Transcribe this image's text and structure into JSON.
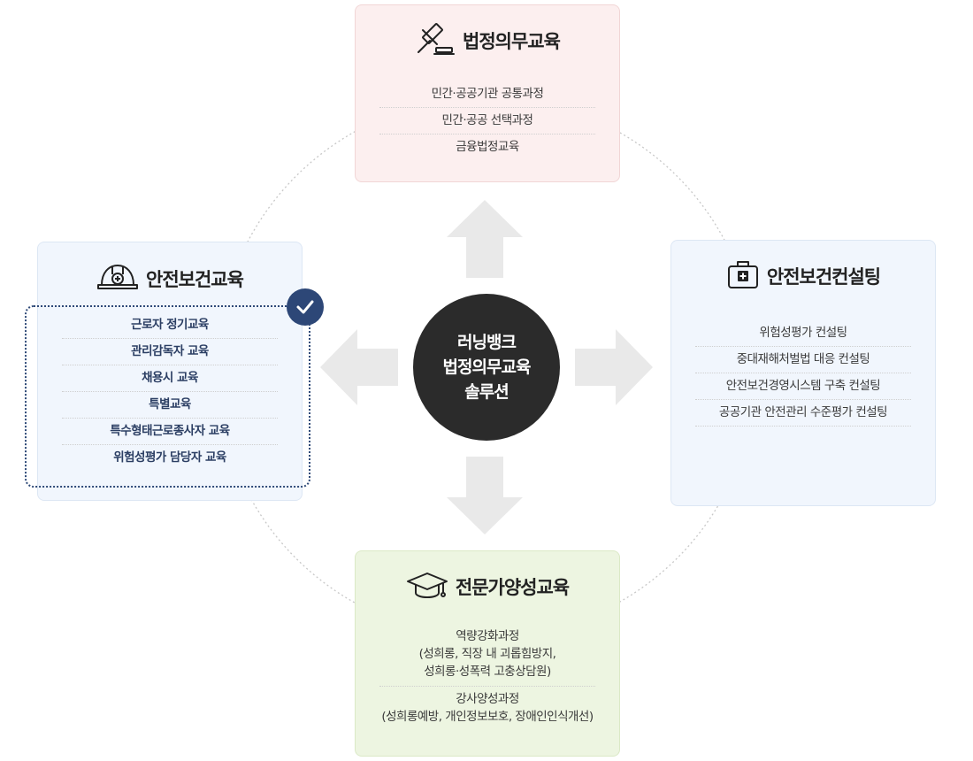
{
  "center": {
    "lines": [
      "러닝뱅크",
      "법정의무교육",
      "솔루션"
    ]
  },
  "cards": {
    "top": {
      "icon": "gavel-icon",
      "title": "법정의무교육",
      "items": [
        "민간·공공기관 공통과정",
        "민간·공공 선택과정",
        "금융법정교육"
      ]
    },
    "left": {
      "icon": "safety-helmet-icon",
      "title": "안전보건교육",
      "selected": true,
      "items": [
        "근로자 정기교육",
        "관리감독자 교육",
        "채용시 교육",
        "특별교육",
        "특수형태근로종사자 교육",
        "위험성평가 담당자 교육"
      ]
    },
    "right": {
      "icon": "first-aid-kit-icon",
      "title": "안전보건컨설팅",
      "items": [
        "위험성평가 컨설팅",
        "중대재해처벌법 대응 컨설팅",
        "안전보건경영시스템 구축 컨설팅",
        "공공기관 안전관리 수준평가 컨설팅"
      ]
    },
    "bottom": {
      "icon": "graduation-cap-icon",
      "title": "전문가양성교육",
      "items": [
        {
          "lines": [
            "역량강화과정",
            "(성희롱, 직장 내 괴롭힘방지,",
            "성희롱·성폭력 고충상담원)"
          ]
        },
        {
          "lines": [
            "강사양성과정",
            "(성희롱예방, 개인정보보호, 장애인인식개선)"
          ]
        }
      ]
    }
  },
  "colors": {
    "top_bg": "#fcefef",
    "side_bg": "#f1f6fd",
    "bottom_bg": "#edf5e1",
    "center_bg": "#2b2b2b",
    "accent": "#2d4777",
    "arrow": "#e9e9e9"
  }
}
